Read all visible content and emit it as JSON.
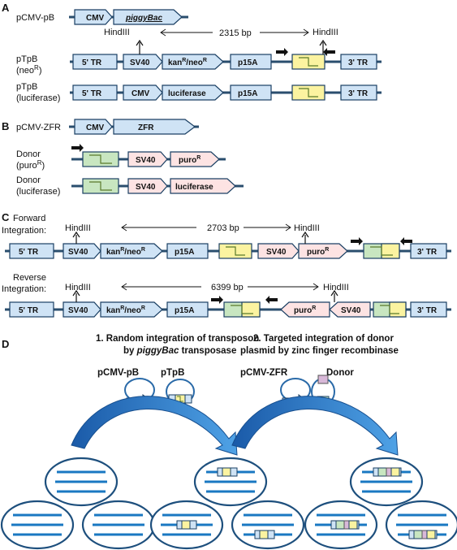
{
  "panels": {
    "A": "A",
    "B": "B",
    "C": "C",
    "D": "D"
  },
  "colors": {
    "blue_fill": "#cfe3f5",
    "yellow_fill": "#fbf3a0",
    "green_fill": "#c8e6c0",
    "pink_fill": "#fde3e3",
    "backbone": "#2a4e6e",
    "line": "#1a6fb0",
    "ellipse": "#ffffff",
    "big_arrow": "#1f6fbf"
  },
  "panel_a": {
    "row1": {
      "label": "pCMV-pB",
      "cmv": "CMV",
      "pb": "piggyBac"
    },
    "hind_left": "HindIII",
    "hind_right": "HindIII",
    "distance": "2315 bp",
    "row2": {
      "label1": "pTpB",
      "label2": "(neo",
      "sup": "R",
      "close": ")",
      "tr5": "5' TR",
      "sv40": "SV40",
      "kan": "kan",
      "kan_sup": "R",
      "neo": "/neo",
      "neo_sup": "R",
      "p15a": "p15A",
      "tr3": "3' TR"
    },
    "row3": {
      "label1": "pTpB",
      "label2": "(luciferase)",
      "tr5": "5' TR",
      "cmv": "CMV",
      "luc": "luciferase",
      "p15a": "p15A",
      "tr3": "3' TR"
    }
  },
  "panel_b": {
    "row1": {
      "label": "pCMV-ZFR",
      "cmv": "CMV",
      "zfr": "ZFR"
    },
    "row2": {
      "label1": "Donor",
      "label2": "(puro",
      "sup": "R",
      "close": ")",
      "sv40": "SV40",
      "puro": "puro",
      "puro_sup": "R"
    },
    "row3": {
      "label1": "Donor",
      "label2": "(luciferase)",
      "sv40": "SV40",
      "luc": "luciferase"
    }
  },
  "panel_c": {
    "fwd": {
      "label1": "Forward",
      "label2": "Integration:",
      "hind_left": "HindIII",
      "hind_right": "HindIII",
      "distance": "2703 bp",
      "tr5": "5' TR",
      "sv40": "SV40",
      "kan": "kan",
      "kan_sup": "R",
      "neo": "/neo",
      "neo_sup": "R",
      "p15a": "p15A",
      "sv40b": "SV40",
      "puro": "puro",
      "puro_sup": "R",
      "tr3": "3' TR"
    },
    "rev": {
      "label1": "Reverse",
      "label2": "Integration:",
      "hind_left": "HindIII",
      "hind_right": "HindIII",
      "distance": "6399 bp",
      "tr5": "5' TR",
      "sv40": "SV40",
      "kan": "kan",
      "kan_sup": "R",
      "neo": "/neo",
      "neo_sup": "R",
      "p15a": "p15A",
      "puro": "puro",
      "puro_sup": "R",
      "sv40b": "SV40",
      "tr3": "3' TR"
    }
  },
  "panel_d": {
    "title1_line1": "1. Random integration of transposon",
    "title1_line2_pre": "by ",
    "title1_line2_ital": "piggyBac",
    "title1_line2_post": " transposase",
    "title2_line1": "2. Targeted integration of donor",
    "title2_line2": "plasmid by zinc finger recombinase",
    "pcmv_pb": "pCMV-pB",
    "ptpb": "pTpB",
    "pcmv_zfr": "pCMV-ZFR",
    "donor": "Donor"
  }
}
